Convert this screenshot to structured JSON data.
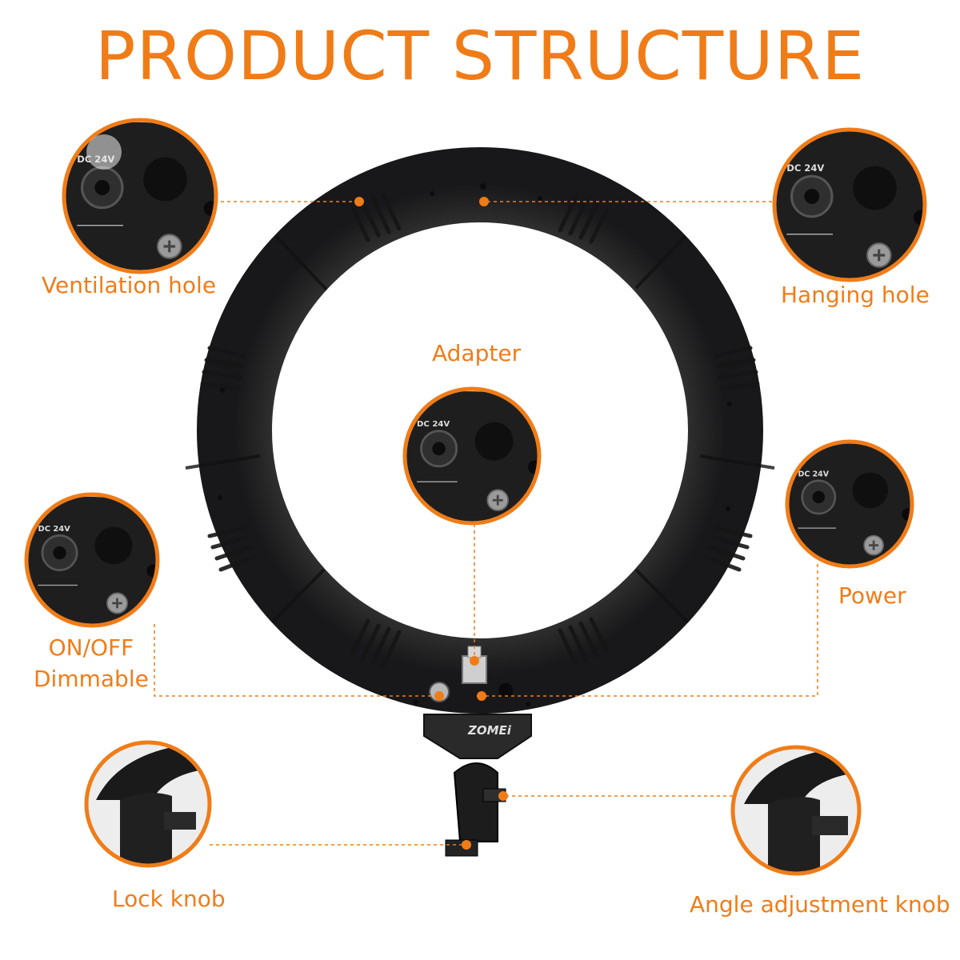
{
  "title": "PRODUCT STRUCTURE",
  "colors": {
    "accent": "#f07c18",
    "ring": "#2a2a2b",
    "ring_dark": "#1a1a1b",
    "background": "#ffffff"
  },
  "brand_mark": "ZOMEi",
  "labels": {
    "ventilation_hole": "Ventilation hole",
    "hanging_hole": "Hanging hole",
    "adapter": "Adapter",
    "power": "Power",
    "on_off": "ON/OFF",
    "dimmable": "Dimmable",
    "lock_knob": "Lock knob",
    "angle_adjustment_knob": "Angle adjustment knob"
  },
  "icons": [
    "ring-light",
    "dc-port-detail",
    "bracket-detail",
    "screw-icon",
    "knob-icon"
  ]
}
